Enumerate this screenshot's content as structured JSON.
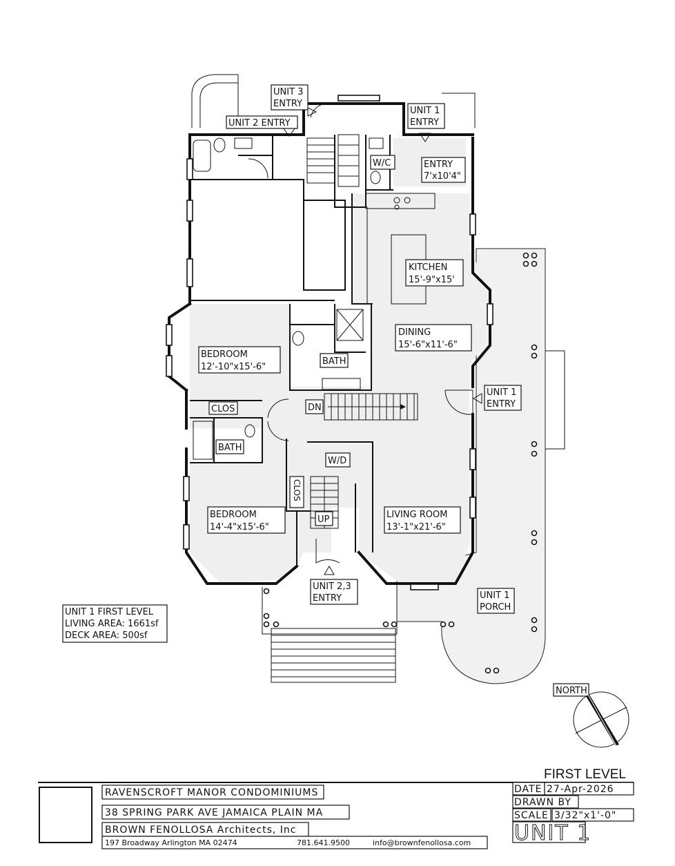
{
  "rooms": {
    "unit3_entry": [
      "UNIT 3",
      "ENTRY"
    ],
    "unit2_entry": "UNIT 2 ENTRY",
    "unit1_entry_top": [
      "UNIT 1",
      "ENTRY"
    ],
    "wc": "W/C",
    "entry": [
      "ENTRY",
      "7'x10'4\""
    ],
    "kitchen": [
      "KITCHEN",
      "15'-9\"x15'"
    ],
    "dining": [
      "DINING",
      "15'-6\"x11'-6\""
    ],
    "bedroom_upper": [
      "BEDROOM",
      "12'-10\"x15'-6\""
    ],
    "bath_upper": "BATH",
    "clos_upper": "CLOS",
    "bath_lower": "BATH",
    "dn": "DN",
    "unit1_entry_side": [
      "UNIT 1",
      "ENTRY"
    ],
    "wd": "W/D",
    "clos_side": "CLOS",
    "up": "UP",
    "bedroom_lower": [
      "BEDROOM",
      "14'-4\"x15'-6\""
    ],
    "living_room": [
      "LIVING ROOM",
      "13'-1\"x21'-6\""
    ],
    "unit23_entry": [
      "UNIT 2,3",
      "ENTRY"
    ],
    "unit1_porch": [
      "UNIT 1",
      "PORCH"
    ]
  },
  "area_notes": [
    "UNIT 1 FIRST LEVEL",
    "LIVING AREA: 1661sf",
    "DECK AREA: 500sf"
  ],
  "north": "NORTH",
  "title_block": {
    "sheet_title": "FIRST LEVEL",
    "project": "RAVENSCROFT MANOR CONDOMINIUMS",
    "address": "38 SPRING PARK AVE JAMAICA PLAIN MA",
    "firm": "BROWN FENOLLOSA Architects, Inc",
    "firm_address": "197 Broadway Arlington MA 02474",
    "phone": "781.641.9500",
    "email": "info@brownfenollosa.com",
    "date_label": "DATE",
    "date_value": "27-Apr-2026",
    "drawn_by_label": "DRAWN BY",
    "scale_label": "SCALE",
    "scale_value": "3/32\"x1'-0\"",
    "unit": "UNIT 1"
  },
  "colors": {
    "line": "#111111",
    "porch_fill": "#f1f1f1",
    "background": "#ffffff"
  }
}
